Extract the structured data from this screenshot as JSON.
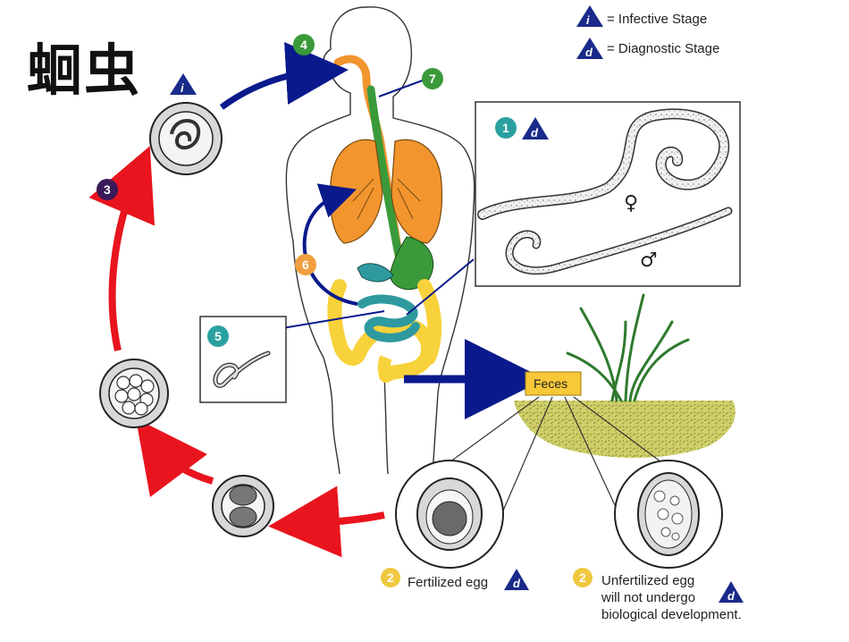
{
  "title": "蛔虫",
  "legend": {
    "infective": "= Infective Stage",
    "diagnostic": "= Diagnostic Stage",
    "infective_symbol": "i",
    "diagnostic_symbol": "d"
  },
  "steps": {
    "s1": "1",
    "s2a": "2",
    "s2b": "2",
    "s3": "3",
    "s4": "4",
    "s5": "5",
    "s6": "6",
    "s7": "7"
  },
  "labels": {
    "feces": "Feces",
    "fertilized_egg": "Fertilized egg",
    "unfertilized_line1": "Unfertilized egg",
    "unfertilized_line2": "will not undergo",
    "unfertilized_line3": "biological development.",
    "female": "♀",
    "male": "♂"
  },
  "colors": {
    "infective_marker": "#1a2a8a",
    "red_arrow": "#e8141e",
    "blue_arrow": "#0a1a8c",
    "step_green": "#3a9a3a",
    "step_teal": "#2aa0a0",
    "step_orange": "#f0a040",
    "step_purple": "#3a1a5a",
    "step_yellow": "#f0c840",
    "lungs": "#f2952e",
    "intestine": "#f8d23a",
    "stomach": "#2e9aa0",
    "esophagus": "#3a9a3a",
    "soil": "#cfd06a",
    "feces_box": "#f8c838"
  }
}
